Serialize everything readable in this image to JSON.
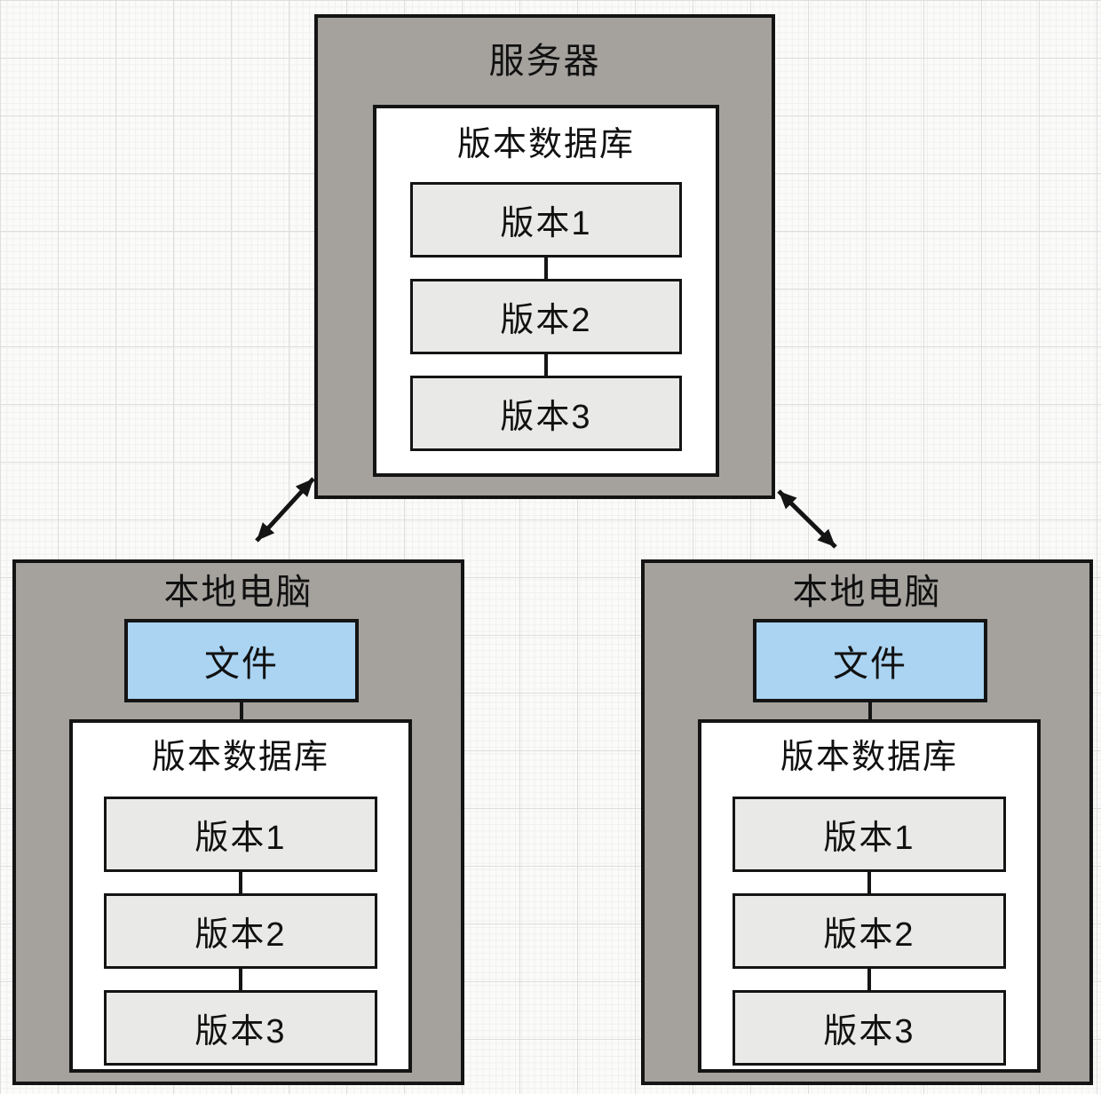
{
  "diagram_title": "centralized-version-control",
  "server": {
    "title": "服务器",
    "db": {
      "title": "版本数据库",
      "versions": [
        "版本1",
        "版本2",
        "版本3"
      ]
    }
  },
  "local_left": {
    "title": "本地电脑",
    "file": "文件",
    "db": {
      "title": "版本数据库",
      "versions": [
        "版本1",
        "版本2",
        "版本3"
      ]
    }
  },
  "local_right": {
    "title": "本地电脑",
    "file": "文件",
    "db": {
      "title": "版本数据库",
      "versions": [
        "版本1",
        "版本2",
        "版本3"
      ]
    }
  },
  "colors": {
    "container_gray": "#a5a29e",
    "version_fill": "#e9eae7",
    "file_blue": "#aad4f2",
    "border_black": "#141414",
    "db_white": "#ffffff"
  }
}
